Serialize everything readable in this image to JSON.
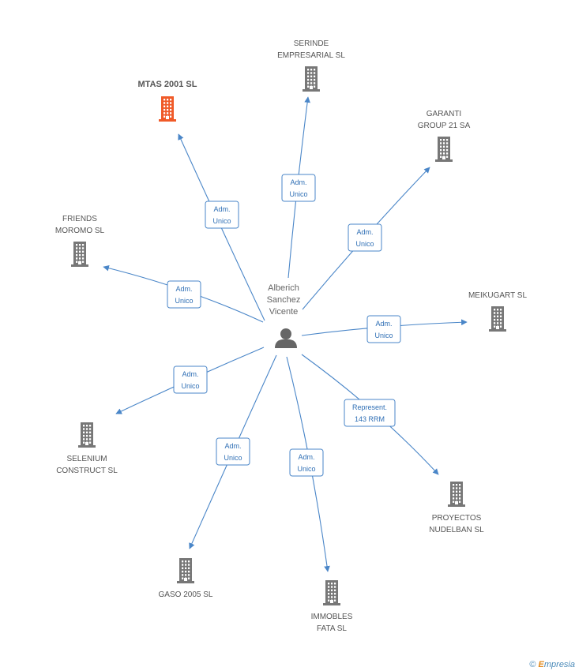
{
  "colors": {
    "edge": "#4a86c8",
    "company": "#777777",
    "highlight": "#f05a28",
    "person": "#666666"
  },
  "center": {
    "name_lines": [
      "Alberich",
      "Sanchez",
      "Vicente"
    ],
    "icon": "person-icon"
  },
  "nodes": [
    {
      "id": "mtas",
      "lines": [
        "MTAS 2001 SL"
      ],
      "highlight": true,
      "icon": "building-icon"
    },
    {
      "id": "serinde",
      "lines": [
        "SERINDE",
        "EMPRESARIAL SL"
      ],
      "icon": "building-icon"
    },
    {
      "id": "garanti",
      "lines": [
        "GARANTI",
        "GROUP 21 SA"
      ],
      "icon": "building-icon"
    },
    {
      "id": "friends",
      "lines": [
        "FRIENDS",
        "MOROMO SL"
      ],
      "icon": "building-icon"
    },
    {
      "id": "meikugart",
      "lines": [
        "MEIKUGART SL"
      ],
      "icon": "building-icon"
    },
    {
      "id": "selenium",
      "lines": [
        "SELENIUM",
        "CONSTRUCT SL"
      ],
      "icon": "building-icon"
    },
    {
      "id": "proyectos",
      "lines": [
        "PROYECTOS",
        "NUDELBAN SL"
      ],
      "icon": "building-icon"
    },
    {
      "id": "gaso",
      "lines": [
        "GASO 2005 SL"
      ],
      "icon": "building-icon"
    },
    {
      "id": "immobles",
      "lines": [
        "IMMOBLES",
        "FATA  SL"
      ],
      "icon": "building-icon"
    }
  ],
  "edges": [
    {
      "to": "mtas",
      "label": [
        "Adm.",
        "Unico"
      ]
    },
    {
      "to": "serinde",
      "label": [
        "Adm.",
        "Unico"
      ]
    },
    {
      "to": "garanti",
      "label": [
        "Adm.",
        "Unico"
      ]
    },
    {
      "to": "friends",
      "label": [
        "Adm.",
        "Unico"
      ]
    },
    {
      "to": "meikugart",
      "label": [
        "Adm.",
        "Unico"
      ]
    },
    {
      "to": "selenium",
      "label": [
        "Adm.",
        "Unico"
      ]
    },
    {
      "to": "proyectos",
      "label": [
        "Represent.",
        "143 RRM"
      ]
    },
    {
      "to": "gaso",
      "label": [
        "Adm.",
        "Unico"
      ]
    },
    {
      "to": "immobles",
      "label": [
        "Adm.",
        "Unico"
      ]
    }
  ],
  "footer": {
    "copyright": "©",
    "brand_initial": "E",
    "brand_rest": "mpresia"
  }
}
